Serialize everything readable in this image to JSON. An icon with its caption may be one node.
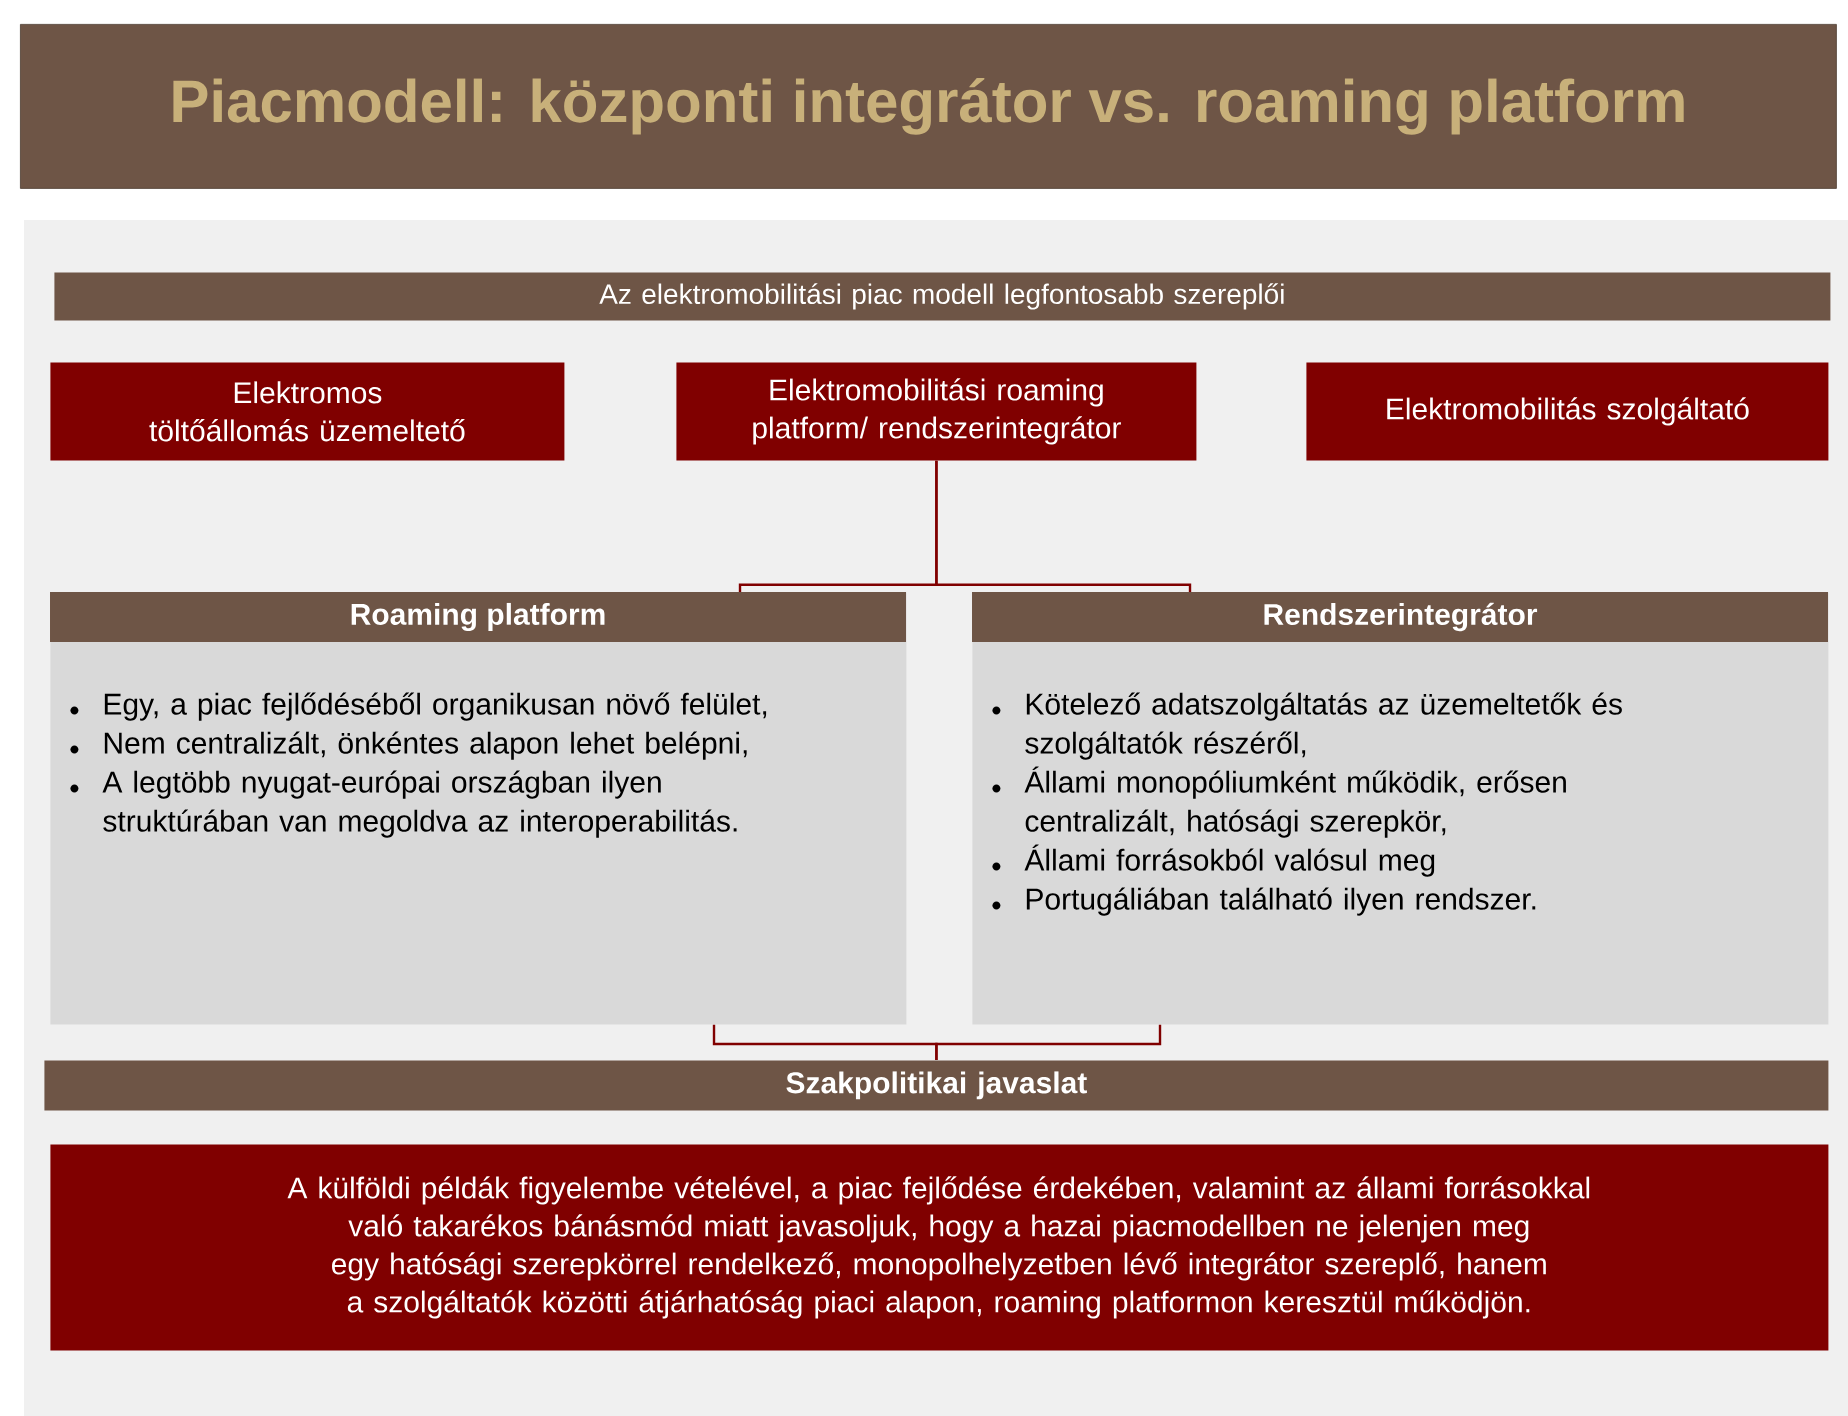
{
  "diagram": {
    "title": "Piacmodell: központi integrátor vs. roaming platform",
    "nodes": [
      {
        "text": [
          "Az elektromobilitási piac modell legfontosabb szereplői"
        ]
      },
      {
        "text": [
          "Elektromos töltőállomás üzemeltető"
        ]
      },
      {
        "text": [
          "Elektromobilitási roaming platform/ rendszerintegrátor"
        ]
      },
      {
        "text": [
          "Elektromobilitás szolgáltató"
        ]
      },
      {
        "text": [
          "Roaming platform",
          "Egy, a piac fejlődéséből organikusan növő felület,",
          "Nem centralizált, önkéntes alapon lehet belépni,",
          "A legtöbb nyugat-európai országban ilyen struktúrában van megoldva az interoperabilitás."
        ]
      },
      {
        "text": [
          "Rendszerintegrátor",
          "Kötelező adatszolgáltatás az üzemeltetők és szolgáltatók részéről,",
          "Állami monopóliumként működik, erősen centralizált, hatósági szerepkör,",
          "Állami forrásokból valósul meg",
          "Portugáliában található ilyen rendszer."
        ]
      },
      {
        "text": [
          "Szakpolitikai javaslat"
        ]
      },
      {
        "text": [
          "A külföldi példák figyelembe vételével, a piac fejlődése érdekében, valamint az állami forrásokkal való takarékos bánásmód miatt javasoljuk, hogy a hazai piacmodellben ne jelenjen meg egy hatósági szerepkörrel rendelkező, monopolhelyzetben lévő integrátor szereplő, hanem a szolgáltatók közötti átjárhatóság piaci alapon, roaming platformon keresztül működjön."
        ]
      }
    ],
    "edges": [
      {
        "from": 2,
        "to": 4,
        "arrow": "none"
      },
      {
        "from": 2,
        "to": 5,
        "arrow": "none"
      },
      {
        "from": 4,
        "to": 6,
        "arrow": "none"
      },
      {
        "from": 5,
        "to": 6,
        "arrow": "none"
      }
    ]
  }
}
